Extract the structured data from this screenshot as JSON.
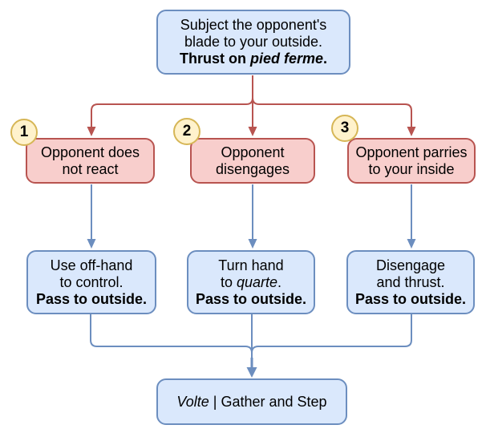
{
  "flowchart": {
    "palette": {
      "primary_fill": "#dae8fc",
      "primary_stroke": "#6c8ebf",
      "alert_fill": "#f8cecc",
      "alert_stroke": "#b85450",
      "badge_fill": "#fff2cc",
      "badge_stroke": "#d6b656",
      "text_color": "#000000",
      "background": "#ffffff"
    },
    "start": {
      "lines": [
        [
          {
            "t": "Subject the opponent's"
          }
        ],
        [
          {
            "t": "blade to your outside."
          }
        ],
        [
          {
            "t": "Thrust on ",
            "b": true
          },
          {
            "t": "pied ferme",
            "b": true,
            "i": true
          },
          {
            "t": ".",
            "b": true
          }
        ]
      ]
    },
    "branches": [
      {
        "number": "1",
        "condition": {
          "lines": [
            [
              {
                "t": "Opponent does"
              }
            ],
            [
              {
                "t": "not react"
              }
            ]
          ]
        },
        "action": {
          "lines": [
            [
              {
                "t": "Use off-hand"
              }
            ],
            [
              {
                "t": "to control."
              }
            ],
            [
              {
                "t": "Pass to outside.",
                "b": true
              }
            ]
          ]
        }
      },
      {
        "number": "2",
        "condition": {
          "lines": [
            [
              {
                "t": "Opponent"
              }
            ],
            [
              {
                "t": "disengages"
              }
            ]
          ]
        },
        "action": {
          "lines": [
            [
              {
                "t": "Turn hand"
              }
            ],
            [
              {
                "t": "to "
              },
              {
                "t": "quarte",
                "i": true
              },
              {
                "t": "."
              }
            ],
            [
              {
                "t": "Pass to outside.",
                "b": true
              }
            ]
          ]
        }
      },
      {
        "number": "3",
        "condition": {
          "lines": [
            [
              {
                "t": "Opponent parries"
              }
            ],
            [
              {
                "t": "to your inside"
              }
            ]
          ]
        },
        "action": {
          "lines": [
            [
              {
                "t": "Disengage"
              }
            ],
            [
              {
                "t": "and thrust."
              }
            ],
            [
              {
                "t": "Pass to outside.",
                "b": true
              }
            ]
          ]
        }
      }
    ],
    "end": {
      "lines": [
        [
          {
            "t": "Volte",
            "i": true
          },
          {
            "t": " | Gather and Step"
          }
        ]
      ]
    },
    "edges": [
      {
        "from": "start",
        "to": "condition-1",
        "color": "red"
      },
      {
        "from": "start",
        "to": "condition-2",
        "color": "red"
      },
      {
        "from": "start",
        "to": "condition-3",
        "color": "red"
      },
      {
        "from": "condition-1",
        "to": "action-1",
        "color": "blue"
      },
      {
        "from": "condition-2",
        "to": "action-2",
        "color": "blue"
      },
      {
        "from": "condition-3",
        "to": "action-3",
        "color": "blue"
      },
      {
        "from": "action-1",
        "to": "end",
        "color": "blue"
      },
      {
        "from": "action-2",
        "to": "end",
        "color": "blue"
      },
      {
        "from": "action-3",
        "to": "end",
        "color": "blue"
      }
    ]
  }
}
